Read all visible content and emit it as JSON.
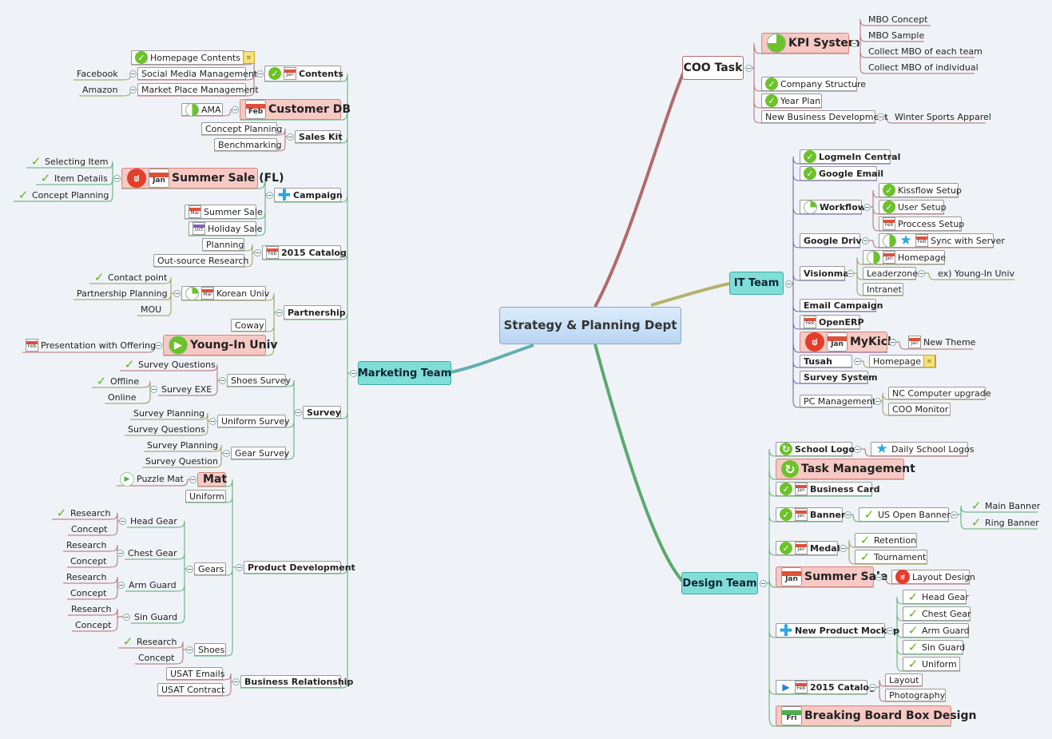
{
  "title": "Strategy & Planning Dept",
  "teams": {
    "coo": "COO Task",
    "it": "IT Team",
    "design": "Design Team",
    "marketing": "Marketing Team"
  },
  "icon_legend": {
    "check": "check-circle-icon",
    "tick": "checkmark-icon",
    "calendar": "calendar-icon",
    "play": "play-icon",
    "plus": "plus-icon",
    "note": "note-icon",
    "angry": "angry-face-icon",
    "progress": "progress-pie-icon",
    "refresh": "refresh-icon",
    "star": "star-icon",
    "flag": "flag-icon"
  },
  "colors": {
    "highlight": "#f7c9c4",
    "team": "#7fded8",
    "root": "#c9e0f7",
    "branch_coo": "#b16b6b",
    "branch_it": "#b3b36b",
    "branch_design": "#5aaa6c",
    "branch_marketing": "#62b0ae"
  },
  "nodes": [
    {
      "id": "coo-kpi",
      "text": "KPI System"
    },
    {
      "id": "kpi-1",
      "text": "MBO Concept"
    },
    {
      "id": "kpi-2",
      "text": "MBO Sample"
    },
    {
      "id": "kpi-3",
      "text": "Collect MBO of each team"
    },
    {
      "id": "kpi-4",
      "text": "Collect MBO of individual"
    },
    {
      "id": "coo-cs",
      "text": "Company Structure"
    },
    {
      "id": "coo-yp",
      "text": "Year Plan"
    },
    {
      "id": "coo-nbd",
      "text": "New Business Development"
    },
    {
      "id": "coo-wsa",
      "text": "Winter Sports Apparel"
    },
    {
      "id": "it-lmi",
      "text": "LogmeIn Central"
    },
    {
      "id": "it-ge",
      "text": "Google Email"
    },
    {
      "id": "it-wf",
      "text": "Workflow"
    },
    {
      "id": "wf-1",
      "text": "Kissflow Setup"
    },
    {
      "id": "wf-2",
      "text": "User Setup"
    },
    {
      "id": "wf-3",
      "text": "Proccess Setup",
      "cal": "Feb"
    },
    {
      "id": "it-gd",
      "text": "Google Drive"
    },
    {
      "id": "gd-1",
      "text": "Sync with Server",
      "cal": "Feb"
    },
    {
      "id": "it-vis",
      "text": "Visionma"
    },
    {
      "id": "vis-1",
      "text": "Homepage",
      "cal": "Jan"
    },
    {
      "id": "vis-2",
      "text": "Leaderzone"
    },
    {
      "id": "vis-2a",
      "text": "ex) Young-In Univ"
    },
    {
      "id": "vis-3",
      "text": "Intranet"
    },
    {
      "id": "it-ec",
      "text": "Email Campaign"
    },
    {
      "id": "it-oe",
      "text": "OpenERP",
      "cal": "Feb"
    },
    {
      "id": "it-mk",
      "text": "MyKick",
      "cal": "Jan"
    },
    {
      "id": "mk-1",
      "text": "New Theme",
      "cal": "Jan"
    },
    {
      "id": "it-tu",
      "text": "Tusah"
    },
    {
      "id": "tu-1",
      "text": "Homepage"
    },
    {
      "id": "it-ss",
      "text": "Survey System"
    },
    {
      "id": "it-pc",
      "text": "PC Management"
    },
    {
      "id": "pc-1",
      "text": "NC Computer upgrade"
    },
    {
      "id": "pc-2",
      "text": "COO Monitor"
    },
    {
      "id": "d-sl",
      "text": "School Logos"
    },
    {
      "id": "sl-1",
      "text": "Daily School Logos"
    },
    {
      "id": "d-tm",
      "text": "Task Management"
    },
    {
      "id": "d-bc",
      "text": "Business Card",
      "cal": "Jan"
    },
    {
      "id": "d-bn",
      "text": "Banner",
      "cal": "Jan"
    },
    {
      "id": "bn-1",
      "text": "US Open Banners"
    },
    {
      "id": "bn-1a",
      "text": "Main Banner"
    },
    {
      "id": "bn-1b",
      "text": "Ring Banner"
    },
    {
      "id": "d-md",
      "text": "Medal",
      "cal": "Jan"
    },
    {
      "id": "md-1",
      "text": "Retention"
    },
    {
      "id": "md-2",
      "text": "Tournament"
    },
    {
      "id": "d-ss",
      "text": "Summer Sale",
      "cal": "Jan"
    },
    {
      "id": "ss-1",
      "text": "Layout Design"
    },
    {
      "id": "d-npm",
      "text": "New Product Mockup"
    },
    {
      "id": "npm-1",
      "text": "Head Gear"
    },
    {
      "id": "npm-2",
      "text": "Chest Gear"
    },
    {
      "id": "npm-3",
      "text": "Arm Guard"
    },
    {
      "id": "npm-4",
      "text": "Sin Guard"
    },
    {
      "id": "npm-5",
      "text": "Uniform"
    },
    {
      "id": "d-cat",
      "text": "2015 Catalog",
      "cal": "Feb"
    },
    {
      "id": "cat-1",
      "text": "Layout"
    },
    {
      "id": "cat-2",
      "text": "Photography"
    },
    {
      "id": "d-bbb",
      "text": "Breaking Board Box Design",
      "cal": "Fri"
    },
    {
      "id": "m-con",
      "text": "Contents",
      "cal": "Jan"
    },
    {
      "id": "con-1",
      "text": "Homepage Contents"
    },
    {
      "id": "con-2",
      "text": "Social Media Management"
    },
    {
      "id": "con-2a",
      "text": "Facebook"
    },
    {
      "id": "con-3",
      "text": "Market Place Management"
    },
    {
      "id": "con-3a",
      "text": "Amazon"
    },
    {
      "id": "m-cdb",
      "text": "Customer DB",
      "cal": "Feb"
    },
    {
      "id": "cdb-1",
      "text": "AMA"
    },
    {
      "id": "m-sk",
      "text": "Sales Kit"
    },
    {
      "id": "sk-1",
      "text": "Concept Planning"
    },
    {
      "id": "sk-2",
      "text": "Benchmarking"
    },
    {
      "id": "m-cam",
      "text": "Campaign"
    },
    {
      "id": "cam-1",
      "text": "Summer Sale (FL)",
      "cal": "Jan"
    },
    {
      "id": "cam-1a",
      "text": "Selecting Item"
    },
    {
      "id": "cam-1b",
      "text": "Item Details"
    },
    {
      "id": "cam-1c",
      "text": "Concept Planning"
    },
    {
      "id": "cam-2",
      "text": "Summer Sale",
      "cal": "Mar"
    },
    {
      "id": "cam-3",
      "text": "Holiday Sale",
      "cal": "Oct"
    },
    {
      "id": "m-cat",
      "text": "2015 Catalog",
      "cal": "Feb"
    },
    {
      "id": "mcat-1",
      "text": "Planning"
    },
    {
      "id": "mcat-2",
      "text": "Out-source Research"
    },
    {
      "id": "m-par",
      "text": "Partnership"
    },
    {
      "id": "par-1",
      "text": "Korean Univ",
      "cal": "Mar"
    },
    {
      "id": "par-1a",
      "text": "Contact point"
    },
    {
      "id": "par-1b",
      "text": "Partnership Planning"
    },
    {
      "id": "par-1c",
      "text": "MOU"
    },
    {
      "id": "par-2",
      "text": "Coway"
    },
    {
      "id": "par-3",
      "text": "Young-In Univ"
    },
    {
      "id": "par-3a",
      "text": "Presentation with Offering",
      "cal": "Feb"
    },
    {
      "id": "m-sur",
      "text": "Survey"
    },
    {
      "id": "sur-1",
      "text": "Shoes Survey"
    },
    {
      "id": "sur-1a",
      "text": "Survey Questions"
    },
    {
      "id": "sur-1b",
      "text": "Survey EXE"
    },
    {
      "id": "sur-1b1",
      "text": "Offline"
    },
    {
      "id": "sur-1b2",
      "text": "Online"
    },
    {
      "id": "sur-2",
      "text": "Uniform Survey"
    },
    {
      "id": "sur-2a",
      "text": "Survey Planning"
    },
    {
      "id": "sur-2b",
      "text": "Survey Questions"
    },
    {
      "id": "sur-3",
      "text": "Gear Survey"
    },
    {
      "id": "sur-3a",
      "text": "Survey Planning"
    },
    {
      "id": "sur-3b",
      "text": "Survey Question"
    },
    {
      "id": "m-pd",
      "text": "Product Development"
    },
    {
      "id": "pd-mat",
      "text": "Mat"
    },
    {
      "id": "pd-mat1",
      "text": "Puzzle Mat"
    },
    {
      "id": "pd-uni",
      "text": "Uniform"
    },
    {
      "id": "pd-gears",
      "text": "Gears"
    },
    {
      "id": "g-hg",
      "text": "Head Gear"
    },
    {
      "id": "g-hg1",
      "text": "Research"
    },
    {
      "id": "g-hg2",
      "text": "Concept"
    },
    {
      "id": "g-cg",
      "text": "Chest Gear"
    },
    {
      "id": "g-cg1",
      "text": "Research"
    },
    {
      "id": "g-cg2",
      "text": "Concept"
    },
    {
      "id": "g-ag",
      "text": "Arm Guard"
    },
    {
      "id": "g-ag1",
      "text": "Research"
    },
    {
      "id": "g-ag2",
      "text": "Concept"
    },
    {
      "id": "g-sg",
      "text": "Sin Guard"
    },
    {
      "id": "g-sg1",
      "text": "Research"
    },
    {
      "id": "g-sg2",
      "text": "Concept"
    },
    {
      "id": "pd-sh",
      "text": "Shoes"
    },
    {
      "id": "sh-1",
      "text": "Research"
    },
    {
      "id": "sh-2",
      "text": "Concept"
    },
    {
      "id": "m-br",
      "text": "Business Relationship"
    },
    {
      "id": "br-1",
      "text": "USAT Emails"
    },
    {
      "id": "br-2",
      "text": "USAT Contract"
    }
  ]
}
